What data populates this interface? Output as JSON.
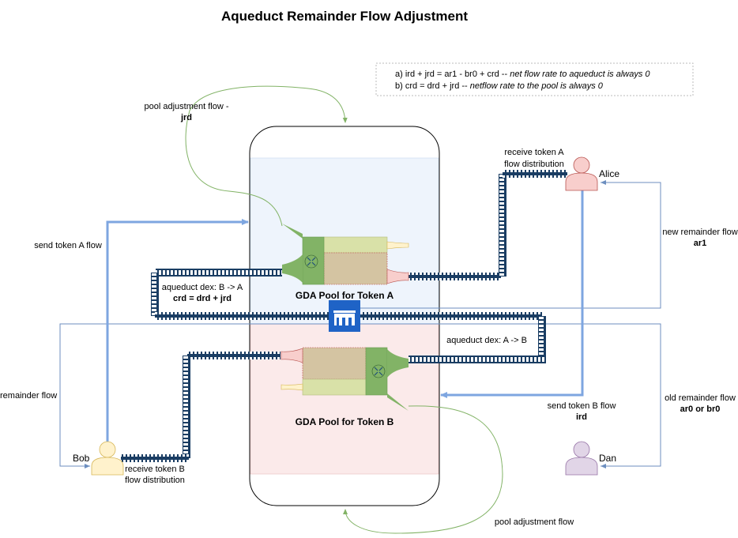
{
  "title": "Aqueduct Remainder Flow Adjustment",
  "notes": {
    "a_prefix": "a) ird + jrd = ar1 - br0 + crd --",
    "a_italic": "net flow rate to aqueduct is always 0",
    "b_prefix": "b) crd = drd + jrd --",
    "b_italic": "netflow rate to the pool is always 0"
  },
  "pools": {
    "a_label": "GDA Pool for Token A",
    "b_label": "GDA Pool for Token B"
  },
  "labels": {
    "pool_adj_top_line1": "pool adjustment flow -",
    "pool_adj_top_line2": "jrd",
    "pool_adj_bottom": "pool adjustment flow",
    "send_a": "send token A flow",
    "receive_a_line1": "receive token A",
    "receive_a_line2": "flow distribution",
    "dex_ba_line1": "aqueduct dex: B -> A",
    "dex_ba_line2": "crd = drd + jrd",
    "dex_ab": "aqueduct dex: A -> B",
    "new_remainder_line1": "new remainder flow",
    "new_remainder_line2": "ar1",
    "old_remainder_line1": "old remainder flow",
    "old_remainder_line2": "ar0 or br0",
    "remainder_flow": "remainder flow",
    "send_b_line1": "send token B flow",
    "send_b_line2": "ird",
    "receive_b_line1": "receive token B",
    "receive_b_line2": "flow distribution"
  },
  "users": {
    "alice": "Alice",
    "bob": "Bob",
    "dan": "Dan"
  },
  "colors": {
    "pool_a_bg": "#eef4fc",
    "pool_b_bg": "#fbeaea",
    "green": "#82b366",
    "blue_arrow": "#7ea6e0",
    "thin_blue": "#6c8ebf",
    "chain": "#1a3d63",
    "alice": "#f8cecc",
    "bob": "#fff2cc",
    "dan": "#e1d5e7"
  }
}
